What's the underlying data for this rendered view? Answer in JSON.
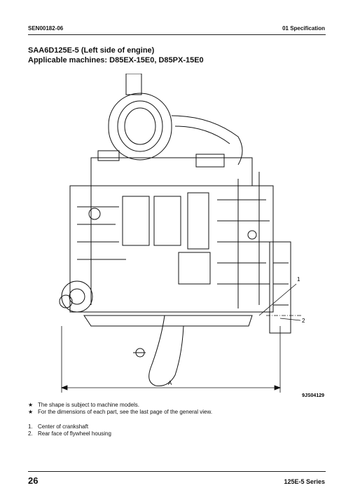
{
  "header": {
    "doc_id": "SEN00182-06",
    "section": "01 Specification"
  },
  "title": {
    "line1": "SAA6D125E-5 (Left side of engine)",
    "line2": "Applicable machines: D85EX-15E0, D85PX-15E0"
  },
  "figure": {
    "dimension_label": "A",
    "callout_1": "1",
    "callout_2": "2",
    "figure_code": "9JS04129"
  },
  "notes": [
    {
      "mark": "★",
      "text": "The shape is subject to machine models."
    },
    {
      "mark": "★",
      "text": "For the dimensions of each part, see the last page of the general view."
    }
  ],
  "legend": [
    {
      "num": "1.",
      "text": "Center of crankshaft"
    },
    {
      "num": "2.",
      "text": "Rear face of flywheel housing"
    }
  ],
  "footer": {
    "page_number": "26",
    "series": "125E-5 Series"
  }
}
